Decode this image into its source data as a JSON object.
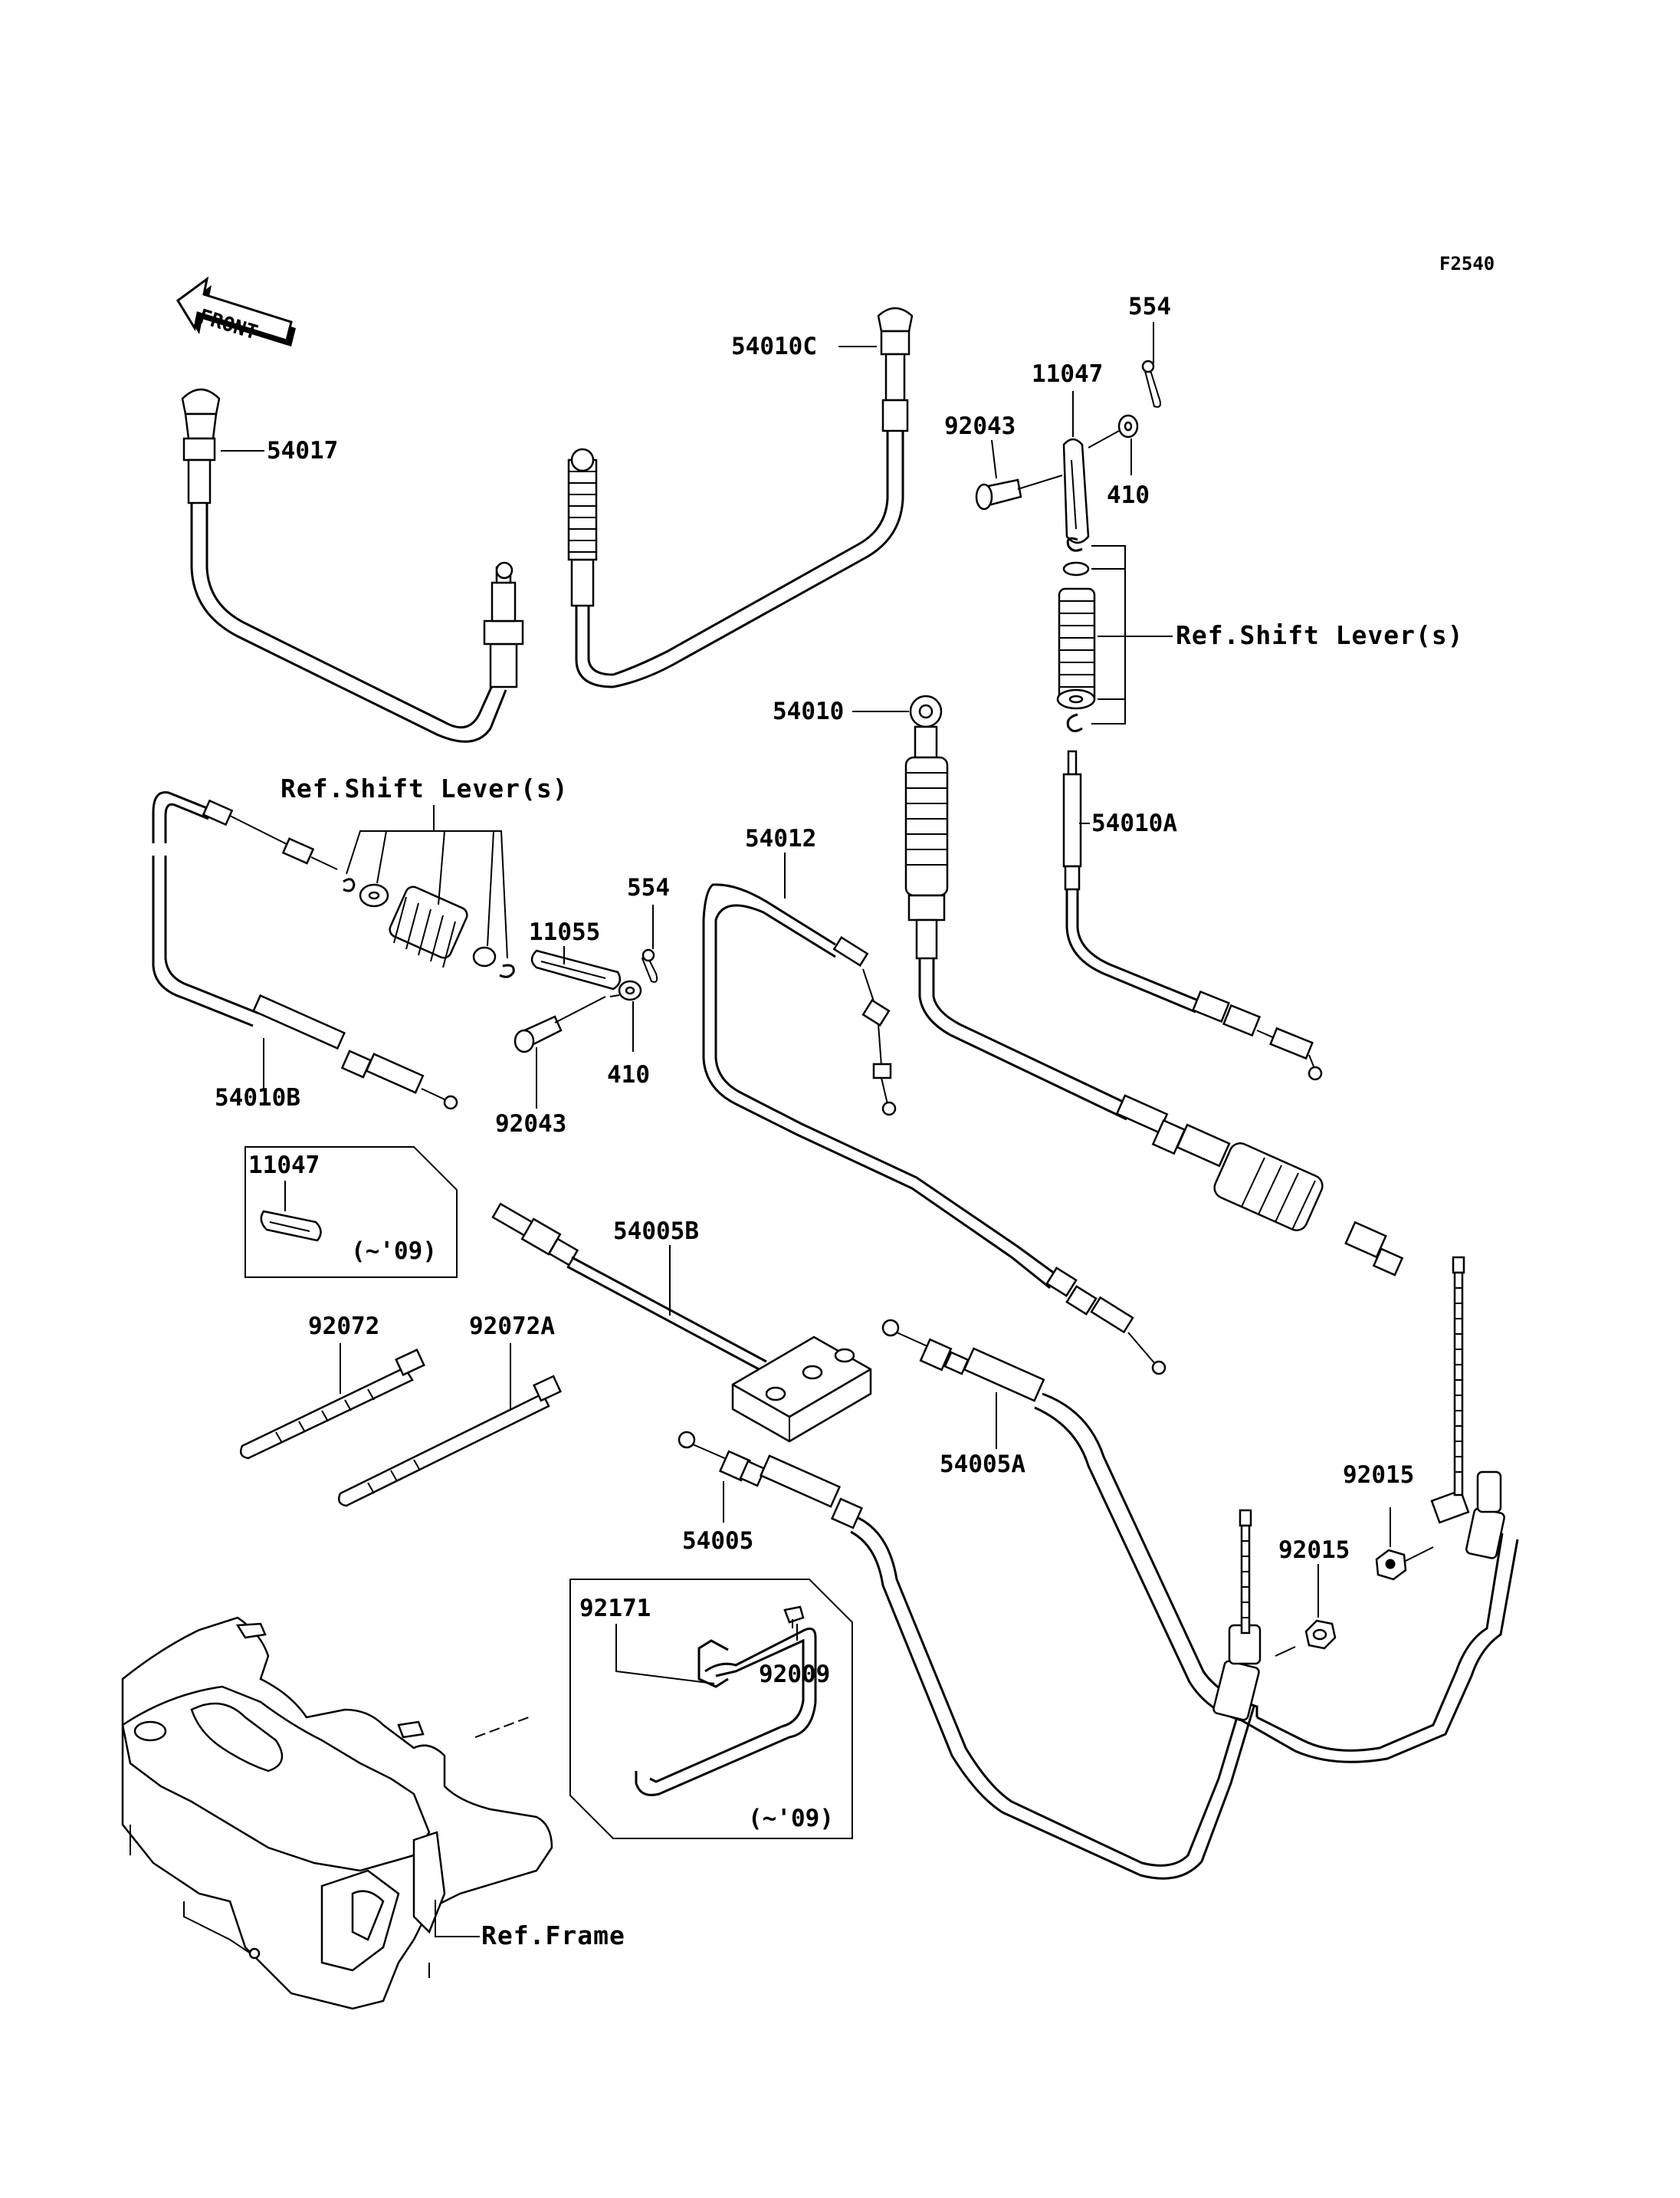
{
  "figure_code": "F2540",
  "front_arrow_label": "FRONT",
  "parts": {
    "p54017": "54017",
    "p54010C": "54010C",
    "p554_top": "554",
    "p11047_top": "11047",
    "p92043_top": "92043",
    "p410_top": "410",
    "ref_shift_lever_right": "Ref.Shift Lever(s)",
    "p54010": "54010",
    "p54010A": "54010A",
    "ref_shift_lever_left": "Ref.Shift Lever(s)",
    "p554_mid": "554",
    "p11055": "11055",
    "p54012": "54012",
    "p410_mid": "410",
    "p54010B": "54010B",
    "p92043_mid": "92043",
    "p11047_box": "11047",
    "box1_note": "(~'09)",
    "p54005B": "54005B",
    "p92072": "92072",
    "p92072A": "92072A",
    "p54005A": "54005A",
    "p54005": "54005",
    "p92015_a": "92015",
    "p92015_b": "92015",
    "p92171": "92171",
    "p92009": "92009",
    "box2_note": "(~'09)",
    "ref_frame": "Ref.Frame"
  }
}
